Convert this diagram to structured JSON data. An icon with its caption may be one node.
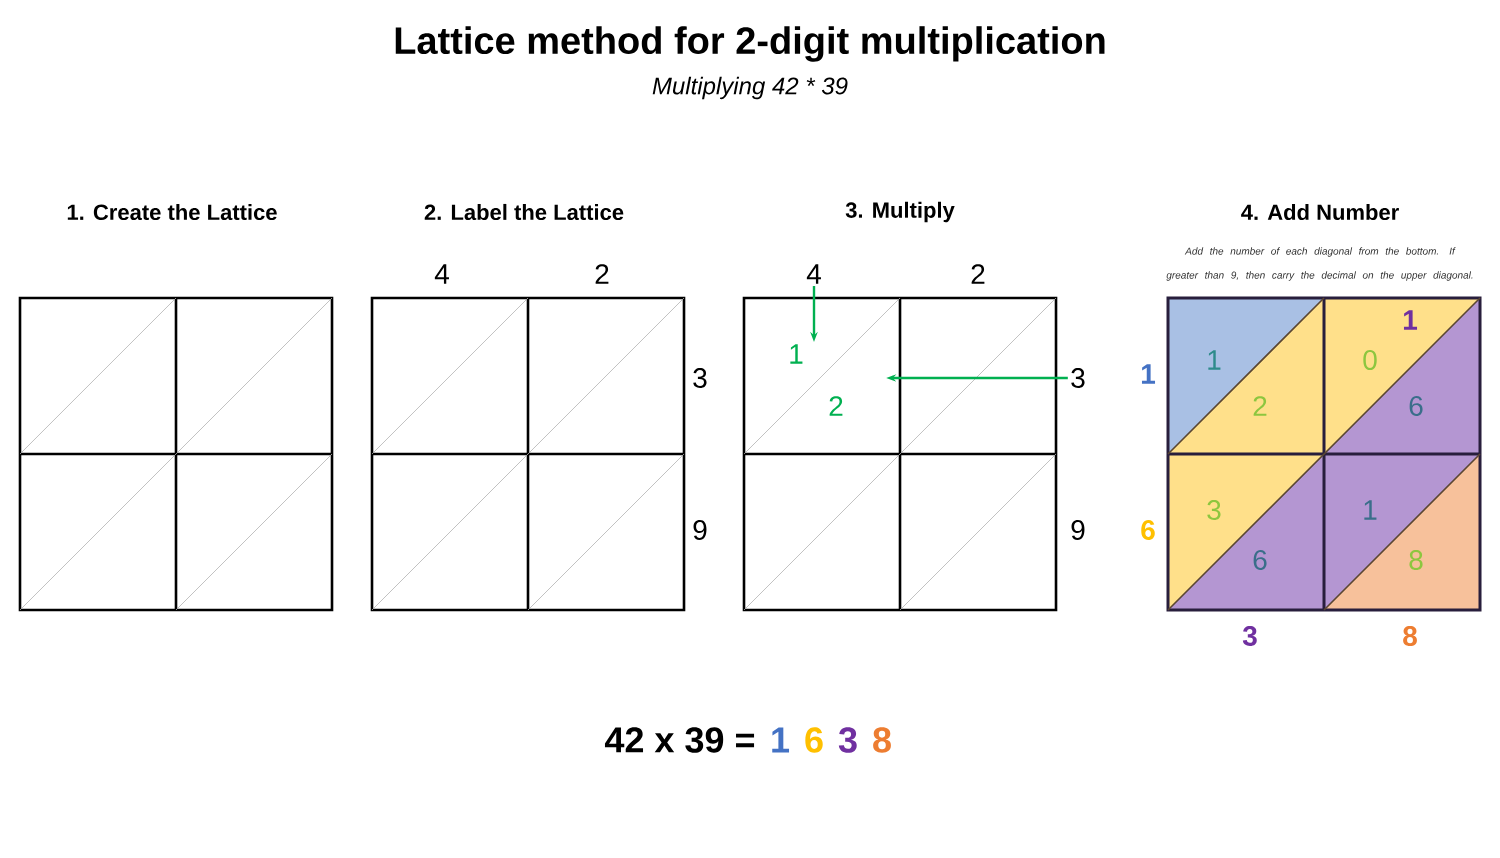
{
  "diagram": {
    "title": "Lattice method for 2-digit multiplication",
    "nodes": [
      {
        "text": [
          "4"
        ]
      },
      {
        "text": [
          "1"
        ]
      },
      {
        "text": [
          "3"
        ]
      },
      {
        "text": [
          "2"
        ]
      }
    ],
    "edges": [
      {
        "from": 0,
        "to": 1,
        "arrow": "to"
      },
      {
        "from": 2,
        "to": 3,
        "arrow": "to"
      }
    ],
    "labels": [
      "Multiplying 42 * 39",
      "1. Create the Lattice",
      "2. Label the Lattice",
      "3. Multiply",
      "4. Add Number",
      "Add the number of each diagonal from the bottom. If greater than 9, then carry the decimal on the upper diagonal.",
      "4",
      "2",
      "3",
      "9",
      "2",
      "9",
      "1",
      "1",
      "1",
      "0",
      "2",
      "6",
      "6",
      "3",
      "1",
      "6",
      "8",
      "3",
      "8",
      "42 x 39 =",
      "1",
      "6",
      "3",
      "8"
    ]
  }
}
